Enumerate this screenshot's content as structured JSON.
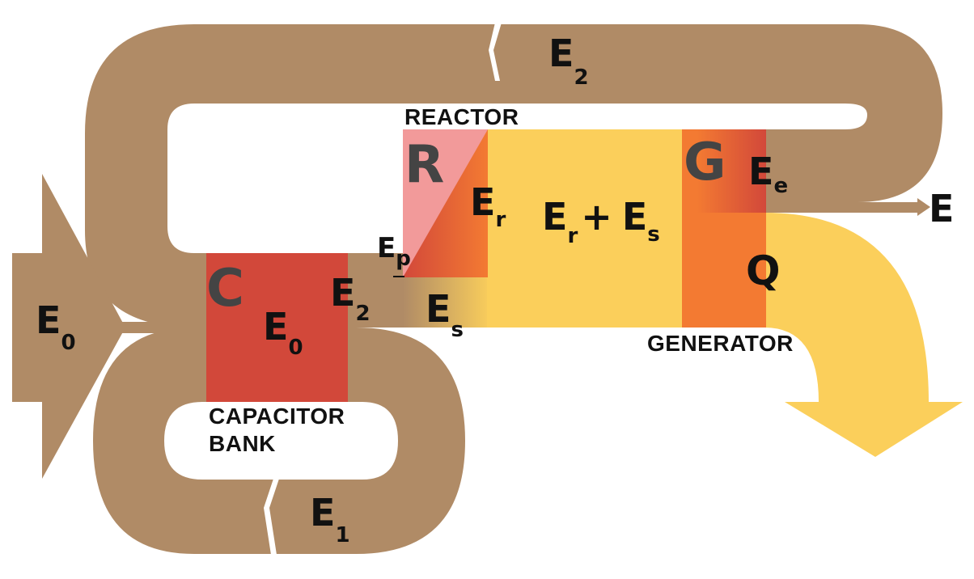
{
  "diagram": {
    "colors": {
      "flow": "#b08b66",
      "capacitor": "#d2483a",
      "reactor_pink": "#f29a9a",
      "reactor_orange": "#f37a32",
      "merged": "#fbcf5b",
      "generator": "#f37a32",
      "generator_dark": "#d2483a",
      "heat": "#fbcf5b"
    },
    "blocks": {
      "capacitor_letter": "C",
      "capacitor_label_line1": "CAPACITOR",
      "capacitor_label_line2": "BANK",
      "reactor_letter": "R",
      "reactor_label": "REACTOR",
      "generator_letter": "G",
      "generator_label": "GENERATOR"
    },
    "flows": {
      "e0_input": {
        "main": "E",
        "sub": "0"
      },
      "e0_capacitor": {
        "main": "E",
        "sub": "0"
      },
      "e1": {
        "main": "E",
        "sub": "1"
      },
      "e2_top": {
        "main": "E",
        "sub": "2"
      },
      "e2_mid": {
        "main": "E",
        "sub": "2"
      },
      "ep": {
        "main": "E",
        "sub": "p"
      },
      "er": {
        "main": "E",
        "sub": "r"
      },
      "es": {
        "main": "E",
        "sub": "s"
      },
      "sum": {
        "a": "E",
        "a_sub": "r",
        "plus": "+",
        "b": "E",
        "b_sub": "s"
      },
      "ee": {
        "main": "E",
        "sub": "e"
      },
      "e_out": "E",
      "q": "Q"
    }
  }
}
